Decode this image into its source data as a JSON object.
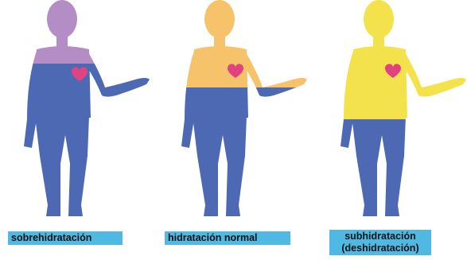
{
  "figures": [
    {
      "id": "over",
      "caption": "sobrehidratación",
      "upper_color": "#b48cc6",
      "lower_color": "#4d69b4",
      "heart_color": "#e0437f"
    },
    {
      "id": "normal",
      "caption": "hidratación normal",
      "upper_color": "#f6c36a",
      "lower_color": "#4d69b4",
      "heart_color": "#e0437f"
    },
    {
      "id": "under",
      "caption_line1": "subhidratación",
      "caption_line2": "(deshidratación)",
      "upper_color": "#f3e24c",
      "lower_color": "#4d69b4",
      "heart_color": "#e0437f"
    }
  ],
  "label_background": "#4fb9e3"
}
